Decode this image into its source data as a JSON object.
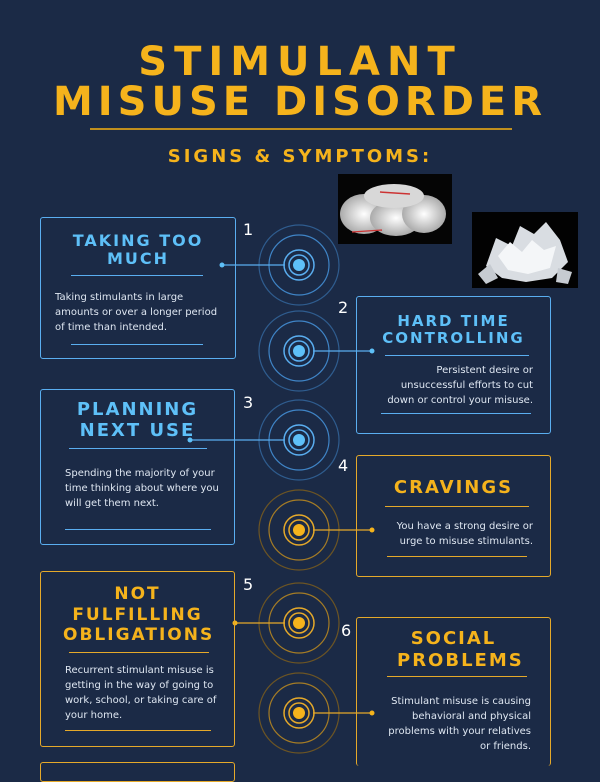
{
  "header": {
    "title_line1": "STIMULANT",
    "title_line2": "MISUSE DISORDER",
    "subtitle": "SIGNS & SYMPTOMS:"
  },
  "colors": {
    "background": "#1b2a46",
    "gold": "#f5b31c",
    "blue": "#5ec0f8",
    "text": "#dfe7f2"
  },
  "items": [
    {
      "number": "1",
      "title": "TAKING TOO MUCH",
      "description": "Taking stimulants in large amounts or over a longer period of time than intended."
    },
    {
      "number": "2",
      "title": "HARD TIME CONTROLLING",
      "description": "Persistent desire or unsuccessful efforts to cut down or control your misuse."
    },
    {
      "number": "3",
      "title": "PLANNING NEXT USE",
      "description": "Spending the majority of your time thinking about where you will get them next."
    },
    {
      "number": "4",
      "title": "CRAVINGS",
      "description": "You have a strong desire or urge to misuse stimulants."
    },
    {
      "number": "5",
      "title": "NOT FULFILLING OBLIGATIONS",
      "description": "Recurrent stimulant misuse is getting in the way of going to work, school, or taking care of your home."
    },
    {
      "number": "6",
      "title": "SOCIAL PROBLEMS",
      "description": "Stimulant misuse is causing behavioral and physical problems with your relatives or friends."
    }
  ]
}
